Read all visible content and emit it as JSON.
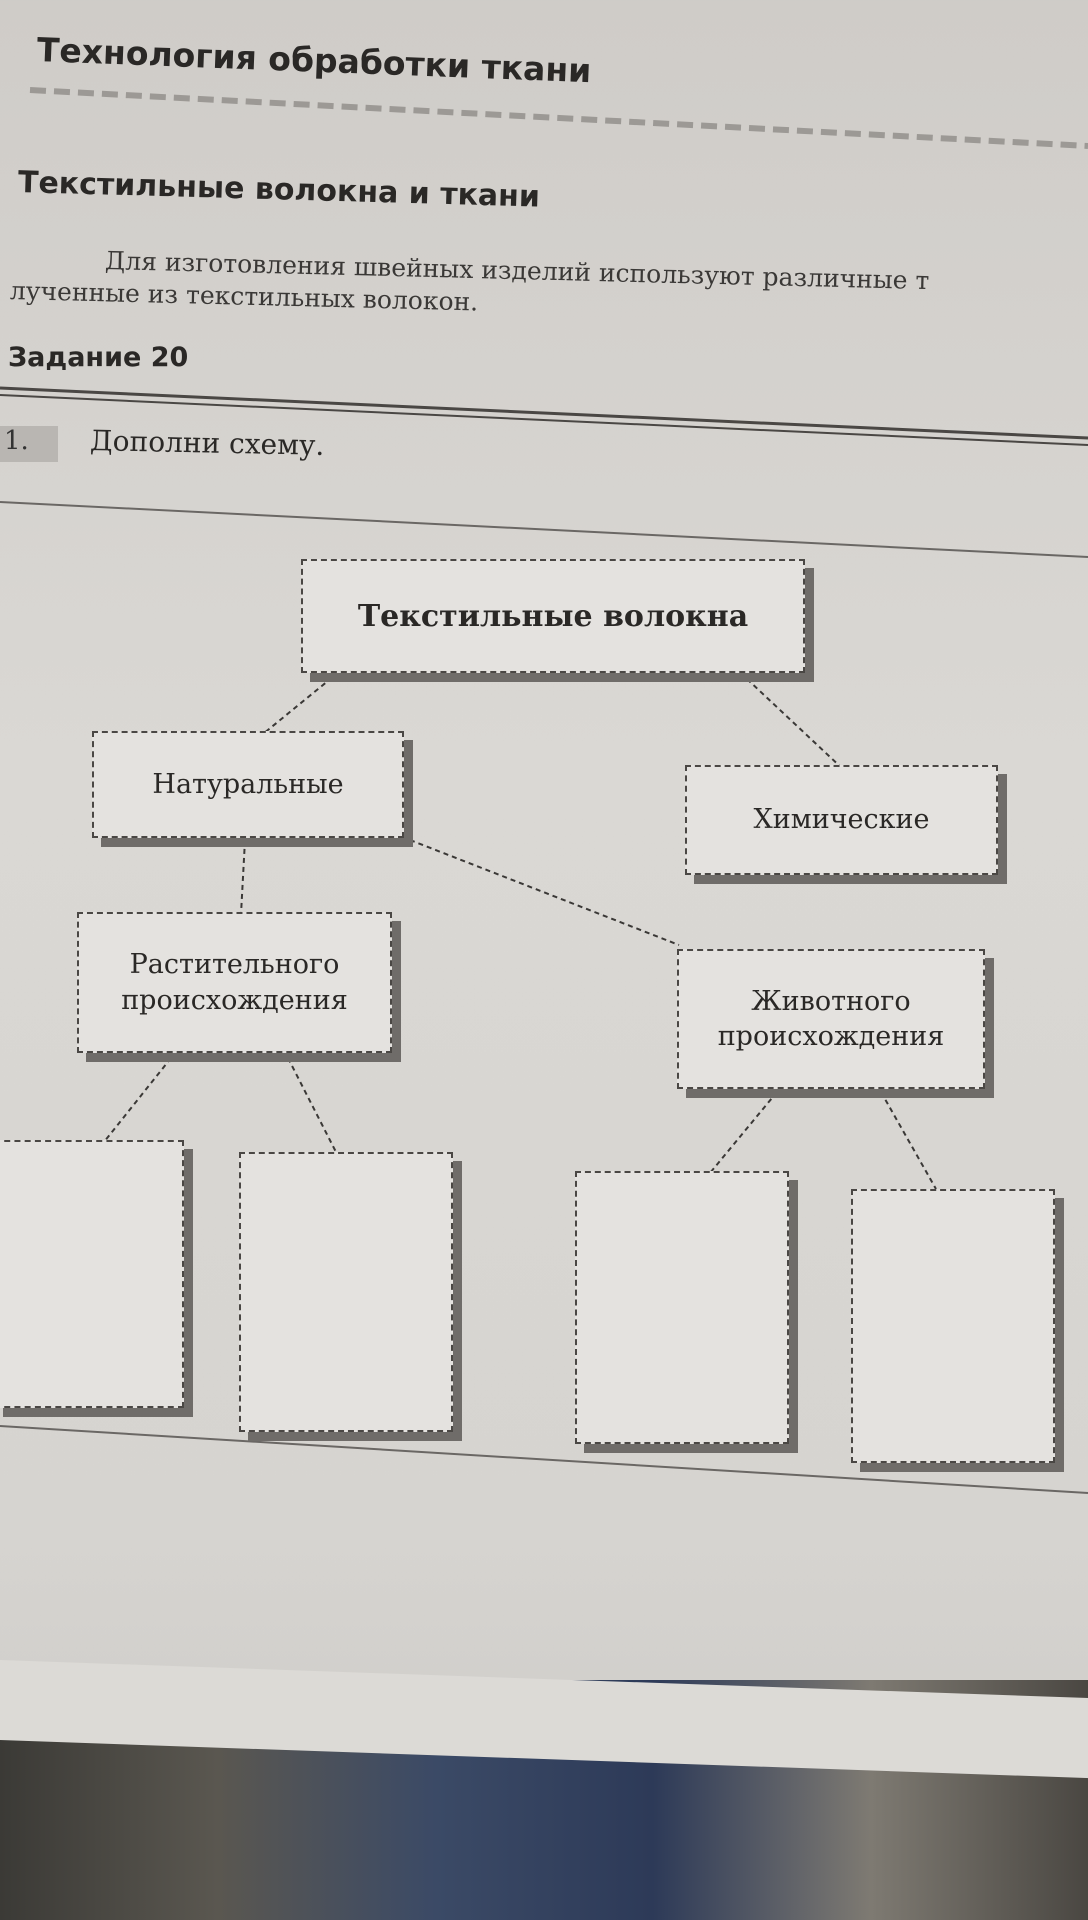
{
  "header": {
    "chapter_title": "Технология обработки ткани",
    "section_title": "Текстильные волокна и ткани",
    "paragraph_line1": "Для изготовления швейных изделий используют различные т",
    "paragraph_line2": "лученные из текстильных волокон."
  },
  "task": {
    "title": "Задание 20",
    "number": "1.",
    "instruction": "Дополни схему."
  },
  "diagram": {
    "root": "Текстильные волокна",
    "natural": "Натуральные",
    "chemical": "Химические",
    "plant": "Растительного происхождения",
    "animal": "Животного происхождения",
    "blank_boxes": [
      "",
      "",
      "",
      ""
    ]
  }
}
